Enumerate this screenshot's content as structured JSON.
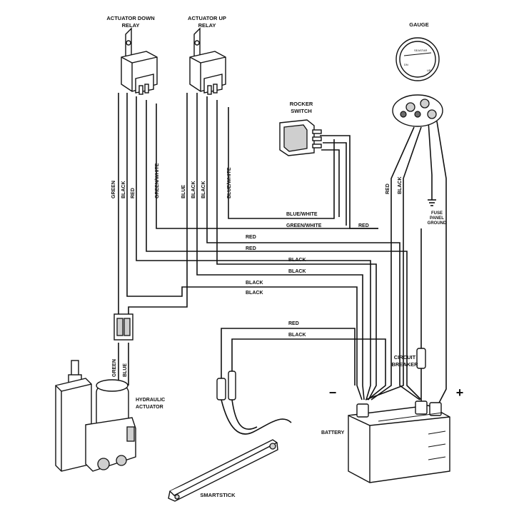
{
  "components": {
    "down_relay": {
      "line1": "ACTUATOR DOWN",
      "line2": "RELAY"
    },
    "up_relay": {
      "line1": "ACTUATOR UP",
      "line2": "RELAY"
    },
    "gauge": {
      "title": "GAUGE",
      "face_low": "DN",
      "face_high": "UP",
      "face_brand": "SEASTAR"
    },
    "rocker": {
      "line1": "ROCKER",
      "line2": "SWITCH"
    },
    "ground": {
      "line1": "FUSE",
      "line2": "PANEL",
      "line3": "GROUND"
    },
    "actuator": {
      "line1": "HYDRAULIC",
      "line2": "ACTUATOR"
    },
    "breaker": {
      "line1": "CIRCUIT",
      "line2": "BREAKER"
    },
    "battery": {
      "label": "BATTERY",
      "negative": "−",
      "positive": "+"
    },
    "smartstick": {
      "label": "SMARTSTICK"
    }
  },
  "wire_labels": {
    "down_green": "GREEN",
    "down_black": "BLACK",
    "down_red": "RED",
    "down_green_white": "GREEN/WHITE",
    "up_blue": "BLUE",
    "up_black1": "BLACK",
    "up_black2": "BLACK",
    "up_blue_white": "BLUE/WHITE",
    "gauge_red": "RED",
    "gauge_black": "BLACK",
    "act_green": "GREEN",
    "act_blue": "BLUE",
    "h_blue_white": "BLUE/WHITE",
    "h_green_white": "GREEN/WHITE",
    "h_red_rocker": "RED",
    "h_red1": "RED",
    "h_red2": "RED",
    "h_black1": "BLACK",
    "h_black2": "BLACK",
    "h_black3": "BLACK",
    "h_black4": "BLACK",
    "h_red3": "RED",
    "h_black5": "BLACK"
  }
}
